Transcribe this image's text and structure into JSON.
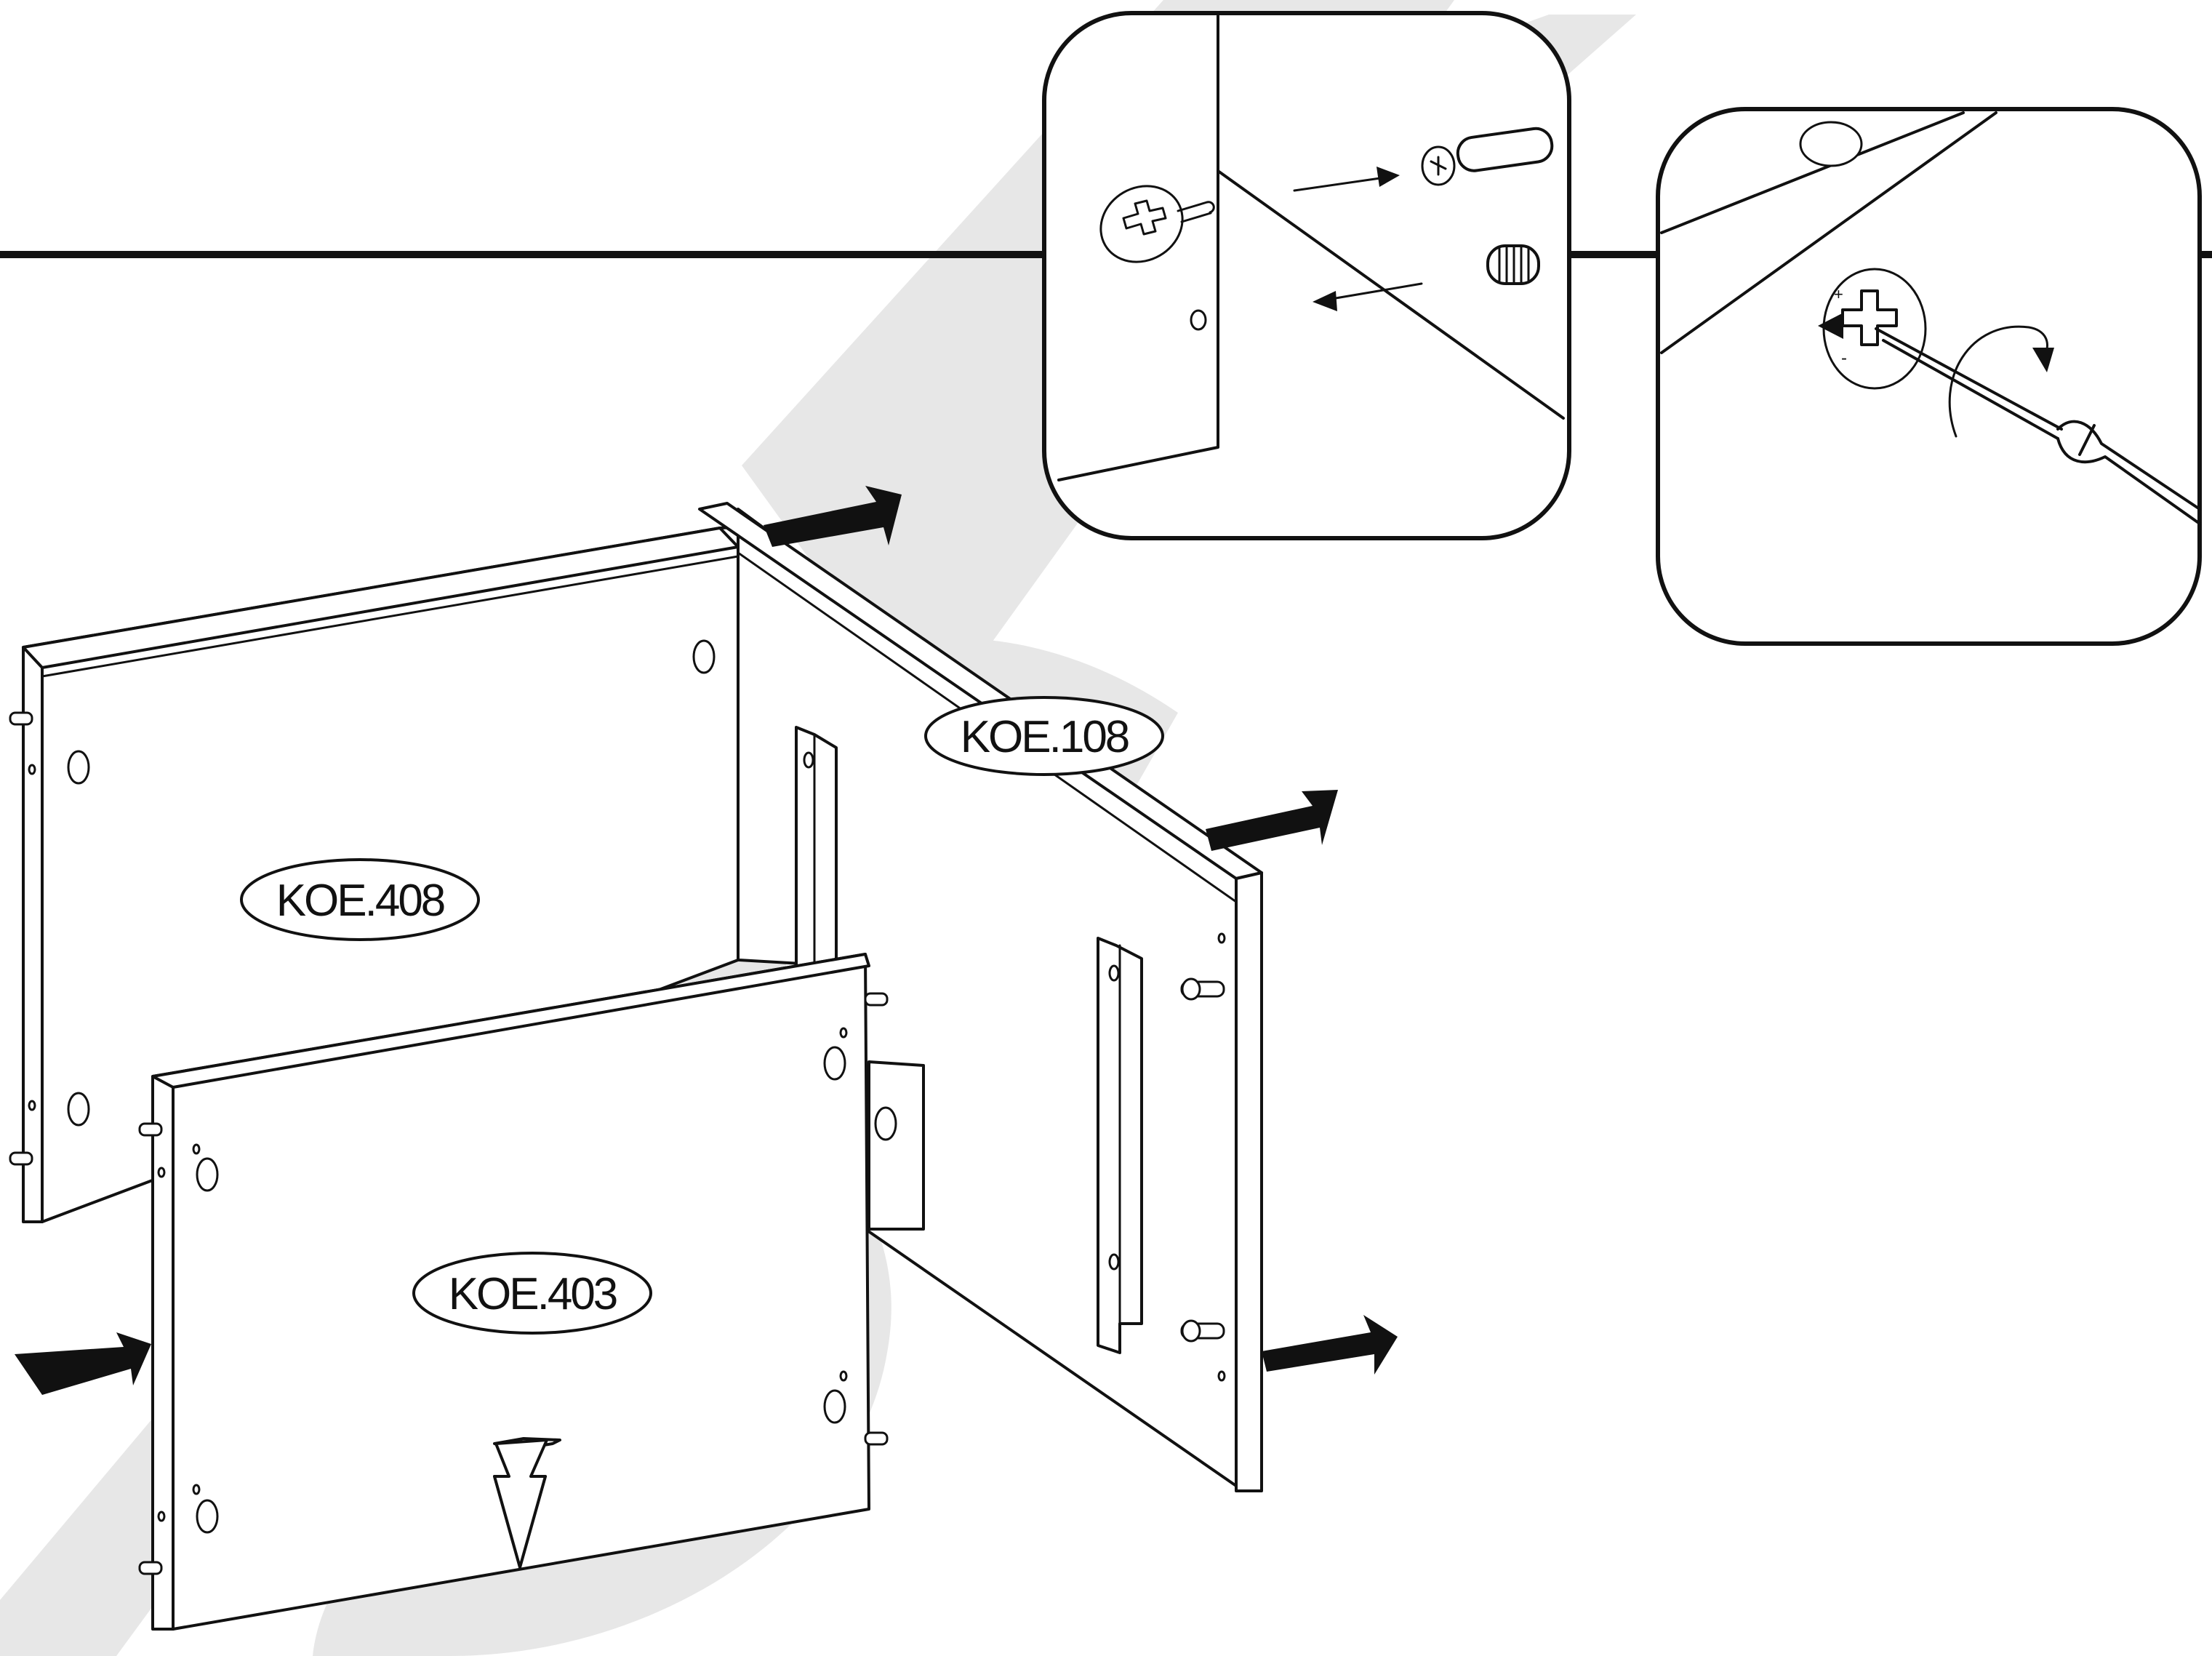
{
  "diagram": {
    "parts": [
      {
        "id": "back",
        "label": "KOE.408"
      },
      {
        "id": "side",
        "label": "KOE.108"
      },
      {
        "id": "front",
        "label": "KOE.403"
      }
    ],
    "watermark": "SW",
    "detail_views": [
      "cam-and-dowel insertion",
      "cam lock tightening with screwdriver"
    ],
    "colors": {
      "line": "#111111",
      "background": "#ffffff",
      "watermark": "#e6e6e6"
    }
  }
}
